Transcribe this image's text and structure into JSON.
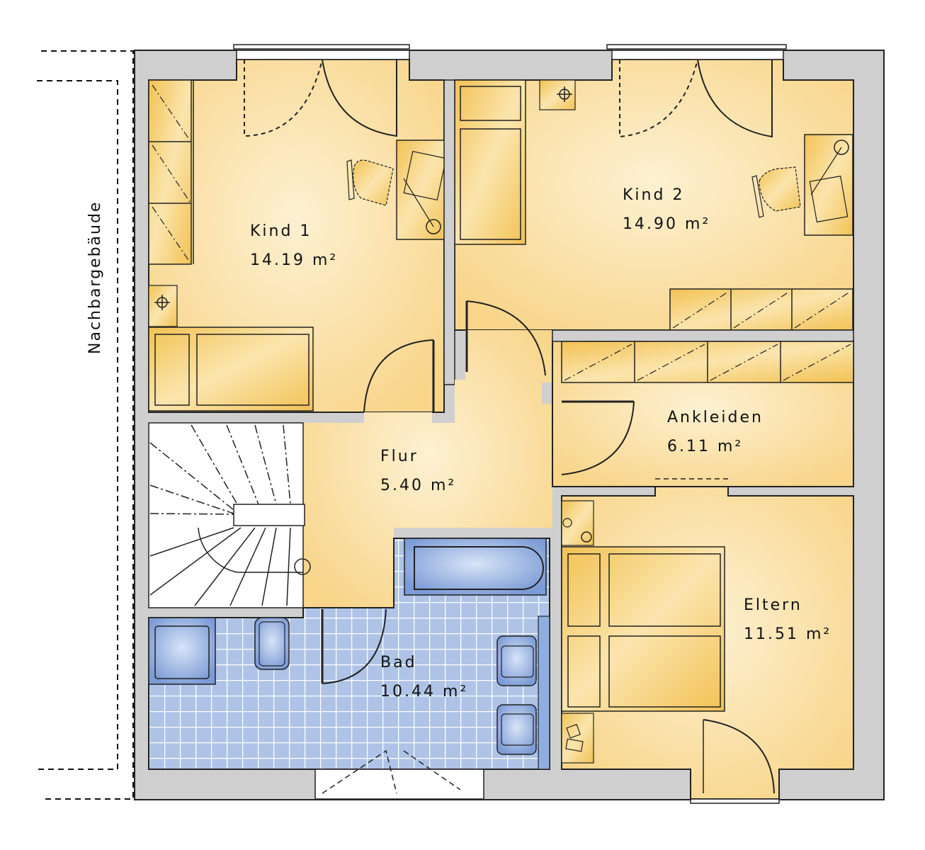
{
  "plan": {
    "type": "floor plan",
    "neighbor_label": "Nachbargebäude",
    "colors": {
      "wall": "#cccccc",
      "wall_outline": "#222222",
      "room_floor": "#f9d891",
      "room_floor_light": "#fdf0cc",
      "furniture": "#f3c560",
      "bath_tile": "#a9bfe3",
      "bath_tile_line": "#ffffff",
      "sanitary": "#7f9fd8",
      "stair": "#ffffff"
    },
    "rooms": [
      {
        "id": "kind1",
        "name": "Kind 1",
        "area": "14.19 m²"
      },
      {
        "id": "kind2",
        "name": "Kind 2",
        "area": "14.90 m²"
      },
      {
        "id": "flur",
        "name": "Flur",
        "area": "5.40 m²"
      },
      {
        "id": "ankleiden",
        "name": "Ankleiden",
        "area": "6.11 m²"
      },
      {
        "id": "eltern",
        "name": "Eltern",
        "area": "11.51 m²"
      },
      {
        "id": "bad",
        "name": "Bad",
        "area": "10.44 m²"
      }
    ]
  }
}
